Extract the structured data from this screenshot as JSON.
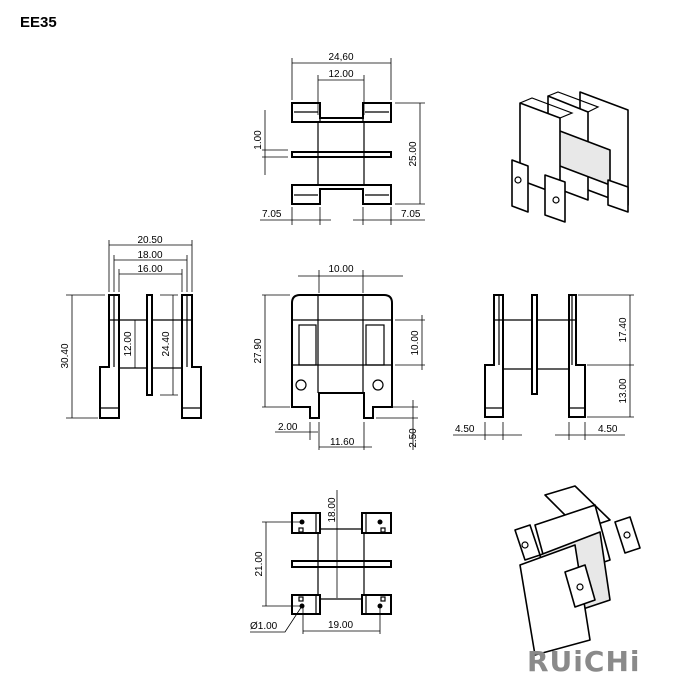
{
  "title": "EE35",
  "top_view": {
    "width_overall": "24,60",
    "width_inner": "12.00",
    "plate_thickness": "1.00",
    "height": "25.00",
    "left_offset": "7.05",
    "right_offset": "7.05"
  },
  "side_view": {
    "width_20": "20.50",
    "width_18": "18.00",
    "width_16": "16.00",
    "height": "30.40",
    "core": "12.00",
    "plate_height": "24.40"
  },
  "front_view": {
    "window_top": "10.00",
    "height": "27.90",
    "window_side": "10.00",
    "pin_width": "2.00",
    "pin_spacing": "11.60",
    "pin_length": "2.50"
  },
  "right_view": {
    "upper": "17.40",
    "lower": "13.00",
    "left_tab": "4.50",
    "right_tab": "4.50"
  },
  "bottom_view": {
    "center": "18.00",
    "pin_row": "21.00",
    "hole": "Ø1.00",
    "pin_pitch": "19.00"
  },
  "brand": {
    "name": "RUiCHi",
    "text_color": "#8a8a8a",
    "accent_color": "#f08080"
  }
}
